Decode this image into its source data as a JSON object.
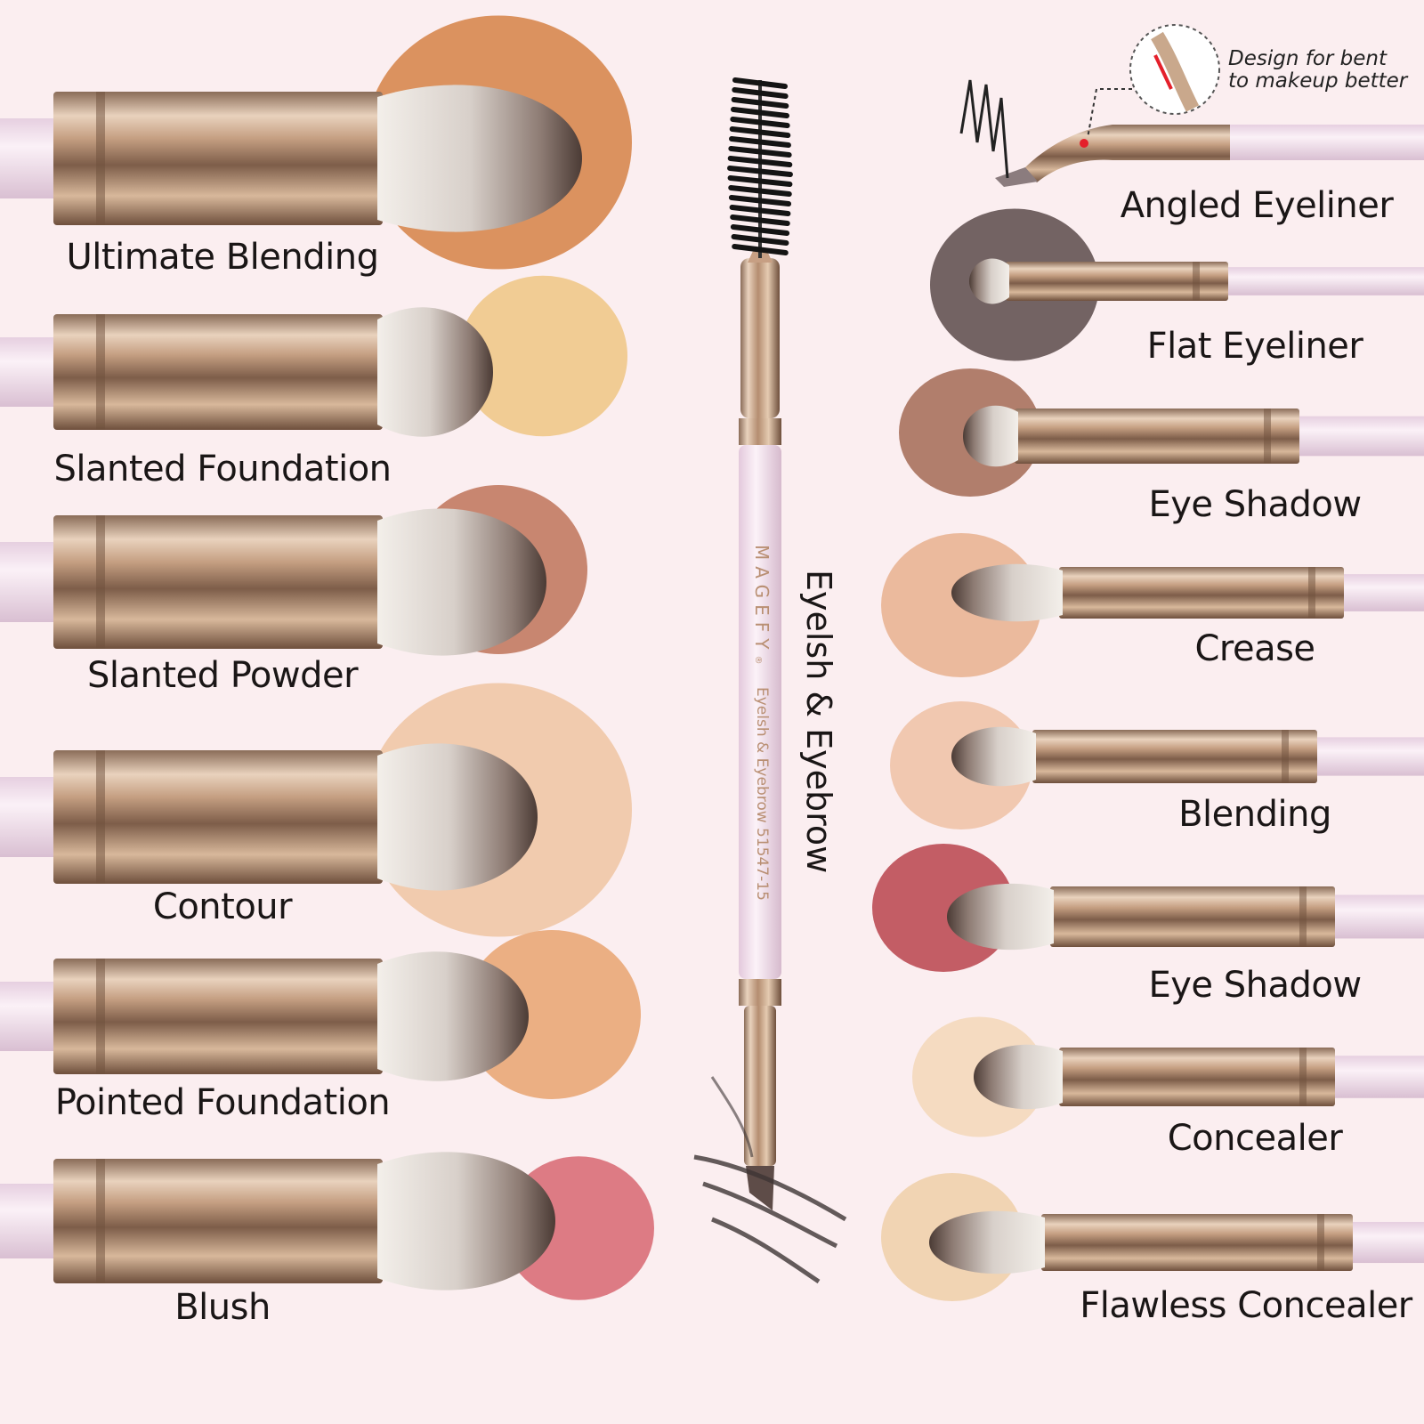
{
  "callout": {
    "line1": "Design for bent",
    "line2": "to makeup better"
  },
  "left_brushes": [
    {
      "label": "Ultimate Blending",
      "swatch": "#d7874f"
    },
    {
      "label": "Slanted Foundation",
      "swatch": "#efc88a"
    },
    {
      "label": "Slanted Powder",
      "swatch": "#c27a62"
    },
    {
      "label": "Contour",
      "swatch": "#f0c6a6"
    },
    {
      "label": "Pointed Foundation",
      "swatch": "#e9a777"
    },
    {
      "label": "Blush",
      "swatch": "#d96e78"
    }
  ],
  "center_brush": {
    "label": "Eyelsh & Eyebrow",
    "brand": "MAGEFY",
    "mark": "®",
    "imprint": "Eyelsh & Eyebrow  51547-15"
  },
  "right_brushes": [
    {
      "label": "Angled Eyeliner",
      "swatch": ""
    },
    {
      "label": "Flat Eyeliner",
      "swatch": "#5a4a4a"
    },
    {
      "label": "Eye Shadow",
      "swatch": "#a36a55"
    },
    {
      "label": "Crease",
      "swatch": "#e7b08e"
    },
    {
      "label": "Blending",
      "swatch": "#eec1a4"
    },
    {
      "label": "Eye Shadow",
      "swatch": "#b8434c"
    },
    {
      "label": "Concealer",
      "swatch": "#f3d7b8"
    },
    {
      "label": "Flawless Concealer",
      "swatch": "#efcfa8"
    }
  ]
}
